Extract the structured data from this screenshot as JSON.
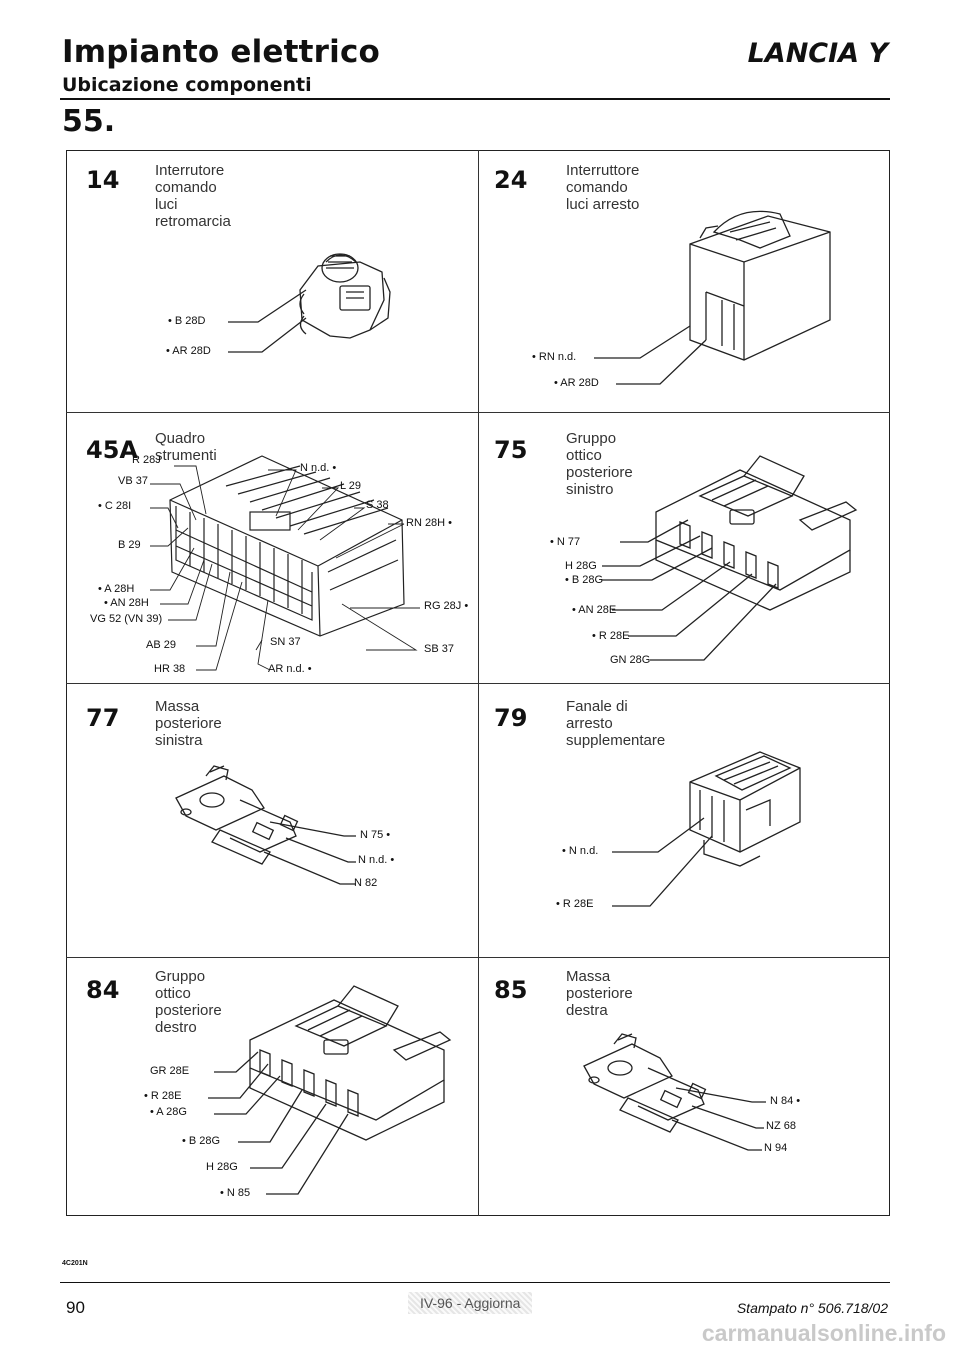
{
  "header": {
    "title": "Impianto elettrico",
    "subtitle": "Ubicazione componenti",
    "brand": "LANCIA Y",
    "section": "55."
  },
  "cells": {
    "c14": {
      "num": "14",
      "desc": "Interrutore comando luci retromarcia",
      "labels": [
        "• B 28D",
        "• AR 28D"
      ]
    },
    "c24": {
      "num": "24",
      "desc": "Interruttore comando luci arresto",
      "labels": [
        "• RN n.d.",
        "• AR 28D"
      ]
    },
    "c45a": {
      "num": "45A",
      "desc": "Quadro strumenti",
      "labels": [
        "R 28J",
        "VB 37",
        "• C 28I",
        "B 29",
        "• A 28H",
        "• AN 28H",
        "VG 52  (VN 39)",
        "AB 29",
        "HR 38",
        "N n.d. •",
        "L 29",
        "S 38",
        "RN 28H •",
        "RG 28J •",
        "SB 37",
        "SN 37",
        "AR n.d. •"
      ]
    },
    "c75": {
      "num": "75",
      "desc": "Gruppo ottico posteriore sinistro",
      "labels": [
        "• N 77",
        "H 28G",
        "• B 28G",
        "• AN 28E",
        "• R 28E",
        "GN 28G"
      ]
    },
    "c77": {
      "num": "77",
      "desc": "Massa posteriore sinistra",
      "labels": [
        "N 75 •",
        "N n.d. •",
        "N 82"
      ]
    },
    "c79": {
      "num": "79",
      "desc": "Fanale di arresto supplementare",
      "labels": [
        "• N n.d.",
        "• R 28E"
      ]
    },
    "c84": {
      "num": "84",
      "desc": "Gruppo ottico posteriore destro",
      "labels": [
        "GR 28E",
        "• R 28E",
        "• A 28G",
        "• B 28G",
        "H 28G",
        "• N 85"
      ]
    },
    "c85": {
      "num": "85",
      "desc": "Massa posteriore destra",
      "labels": [
        "N 84 •",
        "NZ 68",
        "N 94"
      ]
    }
  },
  "footer": {
    "code": "4C201N",
    "page": "90",
    "edition": "IV-96 - Aggiorna",
    "printed": "Stampato n° 506.718/02"
  },
  "watermark": "carmanualsonline.info"
}
